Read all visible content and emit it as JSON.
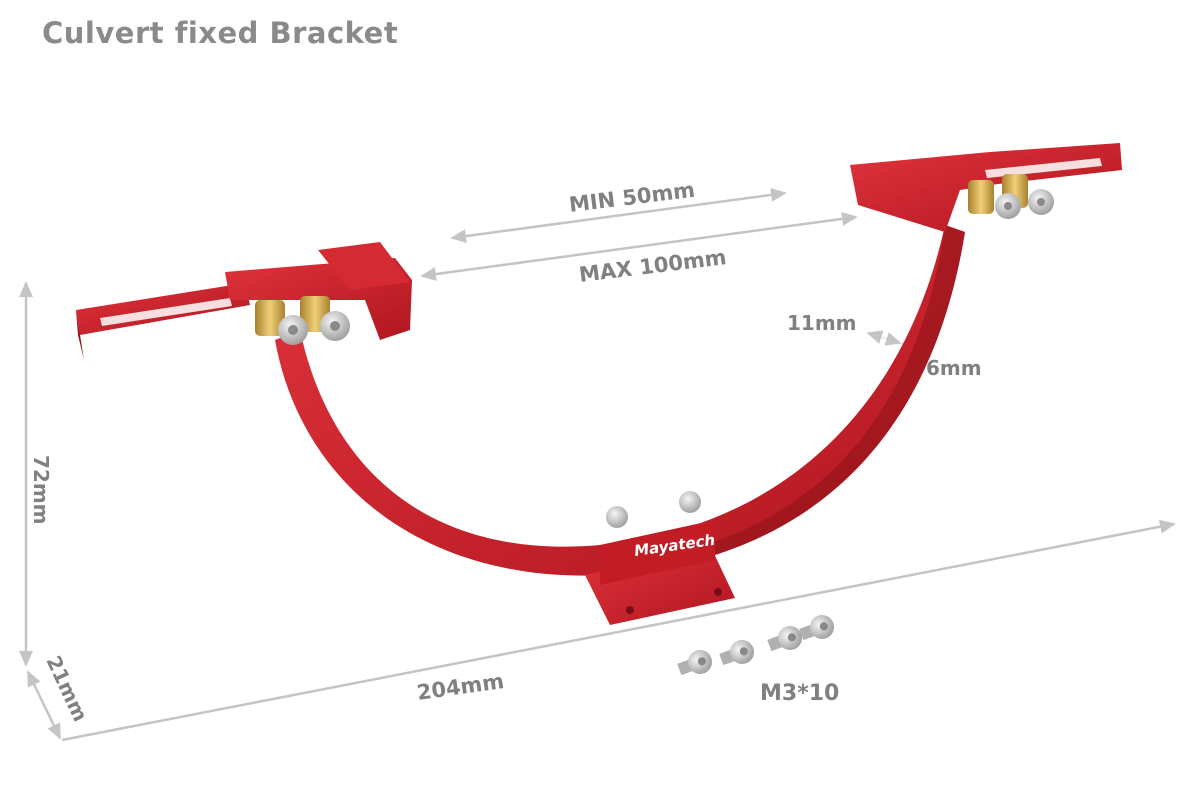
{
  "title": "Culvert fixed Bracket",
  "brand_logo": "Mayatech",
  "dimensions": {
    "min_span": "MIN 50mm",
    "max_span": "MAX 100mm",
    "arc_width": "11mm",
    "arc_thickness": "6mm",
    "height": "72mm",
    "depth": "21mm",
    "length": "204mm"
  },
  "hardware": {
    "screw_spec": "M3*10",
    "screw_count": 4
  },
  "colors": {
    "bracket_red": "#c8202a",
    "bracket_dark": "#8e1218",
    "brass": "#c9a24a",
    "steel": "#bfbfbf",
    "dimension_gray": "#808080",
    "arrow_gray": "#c4c4c4"
  }
}
